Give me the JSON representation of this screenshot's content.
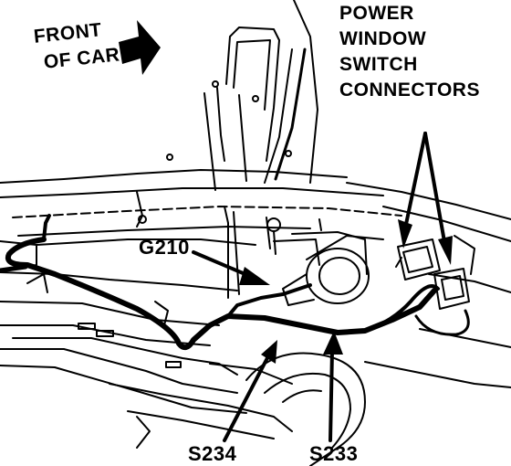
{
  "labels": {
    "front_line1": "FRONT",
    "front_line2": "OF CAR",
    "power_line1": "POWER",
    "power_line2": "WINDOW",
    "power_line3": "SWITCH",
    "power_line4": "CONNECTORS",
    "g210": "G210",
    "s234": "S234",
    "s233": "S233"
  },
  "colors": {
    "ink": "#000000",
    "paper": "#ffffff"
  }
}
